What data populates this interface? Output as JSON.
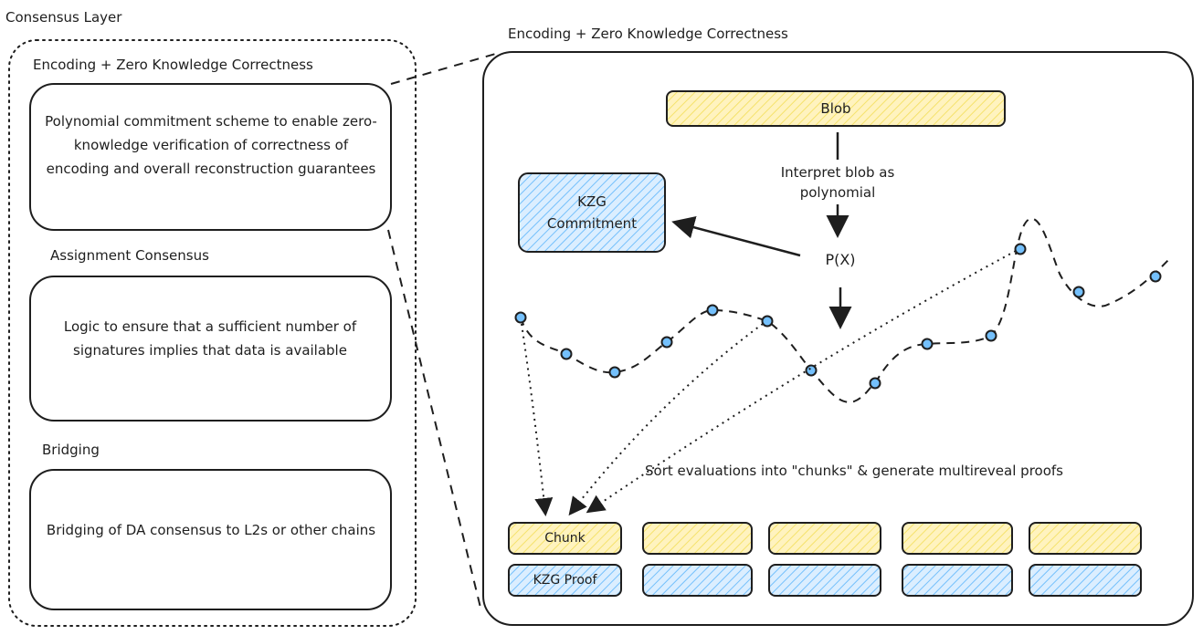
{
  "left_panel": {
    "title": "Consensus Layer",
    "sections": [
      {
        "heading": "Encoding + Zero Knowledge Correctness",
        "text": "Polynomial commitment scheme to enable zero-knowledge verification of correctness of encoding and overall reconstruction guarantees"
      },
      {
        "heading": "Assignment Consensus",
        "text": "Logic to ensure that a sufficient number of signatures implies that data is available"
      },
      {
        "heading": "Bridging",
        "text": "Bridging of DA consensus to L2s or other chains"
      }
    ]
  },
  "right_panel": {
    "title": "Encoding + Zero Knowledge Correctness",
    "blob_label": "Blob",
    "interpret_label": "Interpret blob as polynomial",
    "commitment_label": "KZG Commitment",
    "poly_label": "P(X)",
    "sort_label": "Sort evaluations into \"chunks\" & generate multireveal proofs",
    "chunk_label": "Chunk",
    "proof_label": "KZG Proof"
  },
  "colors": {
    "yellow_fill": "#fff3bf",
    "yellow_hatch": "#f5e26b",
    "blue_fill": "#dbeeff",
    "blue_hatch": "#74c0fc",
    "point_fill": "#74c0fc",
    "stroke": "#1e1e1e"
  }
}
